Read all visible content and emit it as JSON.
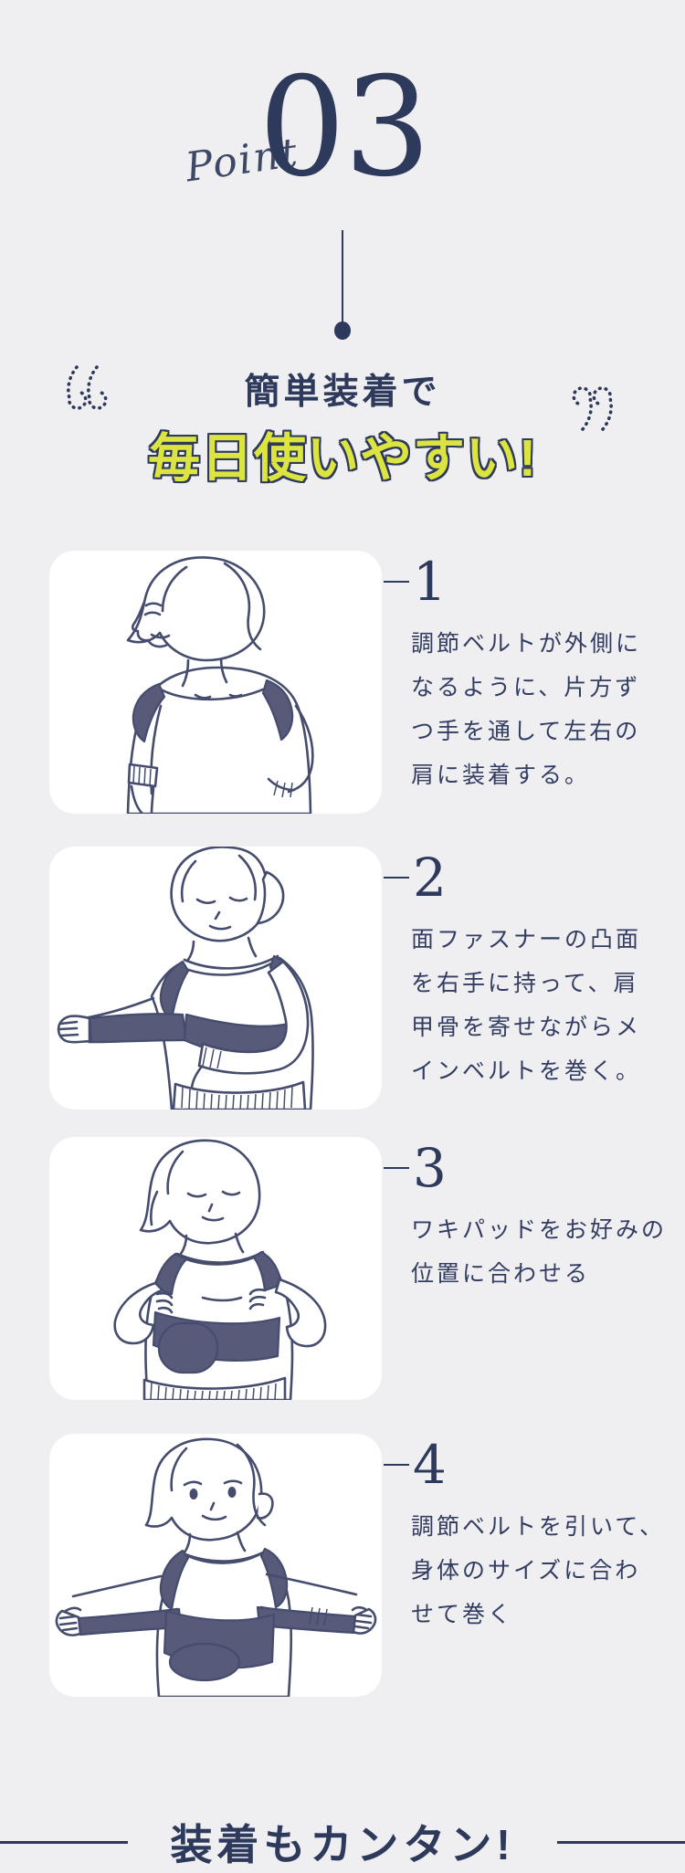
{
  "colors": {
    "background": "#efeef1",
    "navy": "#2e3a5b",
    "yellow_green": "#dce53f",
    "card": "#ffffff",
    "strap_fill": "#585a7a"
  },
  "header": {
    "point_label": "Point",
    "point_number": "03",
    "timeline_dot_icon": "timeline-dot"
  },
  "hero": {
    "opening_quote_icon": "opening-quote",
    "closing_quote_icon": "closing-quote",
    "quote_line": "簡単装着で",
    "headline": "毎日使いやすい!"
  },
  "steps": [
    {
      "number": "1",
      "lines": [
        "調節ベルトが外側に",
        "なるように、片方ず",
        "つ手を通して左右の",
        "肩に装着する。"
      ],
      "illustration": "woman-putting-straps-on-shoulders"
    },
    {
      "number": "2",
      "lines": [
        "面ファスナーの凸面",
        "を右手に持って、肩",
        "甲骨を寄せながらメ",
        "インベルトを巻く。"
      ],
      "illustration": "woman-wrapping-main-belt"
    },
    {
      "number": "3",
      "lines": [
        "ワキパッドをお好みの",
        "位置に合わせる"
      ],
      "illustration": "woman-adjusting-armpit-pads"
    },
    {
      "number": "4",
      "lines": [
        "調節ベルトを引いて、",
        "身体のサイズに合わ",
        "せて巻く"
      ],
      "illustration": "woman-pulling-adjustment-belts"
    }
  ],
  "footer": {
    "banner_text": "装着もカンタン!"
  }
}
